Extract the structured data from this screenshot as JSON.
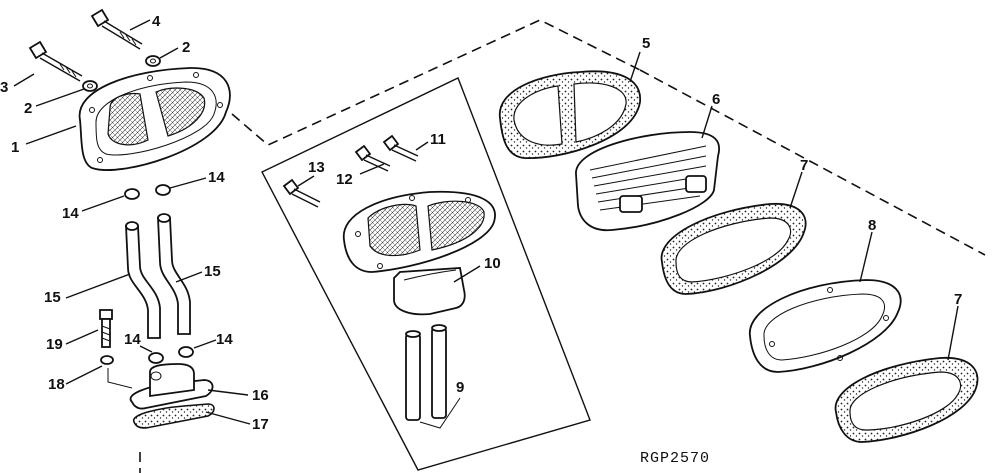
{
  "figure": {
    "id_label": "RGP2570",
    "callouts": {
      "c1": "1",
      "c2a": "2",
      "c2b": "2",
      "c3": "3",
      "c4": "4",
      "c5": "5",
      "c6": "6",
      "c7a": "7",
      "c7b": "7",
      "c8": "8",
      "c9": "9",
      "c10": "10",
      "c11": "11",
      "c12": "12",
      "c13": "13",
      "c14a": "14",
      "c14b": "14",
      "c14c": "14",
      "c14d": "14",
      "c15a": "15",
      "c15b": "15",
      "c16": "16",
      "c17": "17",
      "c18": "18",
      "c19": "19"
    }
  }
}
